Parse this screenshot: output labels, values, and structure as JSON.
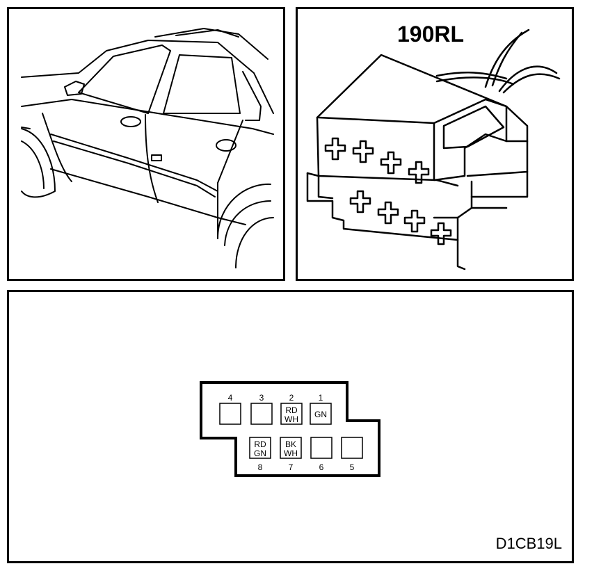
{
  "connector": {
    "label": "190RL"
  },
  "diagram": {
    "code": "D1CB19L"
  },
  "pinout": {
    "top_row": [
      {
        "number": "4",
        "wire_top": "",
        "wire_bottom": ""
      },
      {
        "number": "3",
        "wire_top": "",
        "wire_bottom": ""
      },
      {
        "number": "2",
        "wire_top": "RD",
        "wire_bottom": "WH"
      },
      {
        "number": "1",
        "wire_top": "GN",
        "wire_bottom": ""
      }
    ],
    "bottom_row": [
      {
        "number": "8",
        "wire_top": "RD",
        "wire_bottom": "GN"
      },
      {
        "number": "7",
        "wire_top": "BK",
        "wire_bottom": "WH"
      },
      {
        "number": "6",
        "wire_top": "",
        "wire_bottom": ""
      },
      {
        "number": "5",
        "wire_top": "",
        "wire_bottom": ""
      }
    ]
  }
}
